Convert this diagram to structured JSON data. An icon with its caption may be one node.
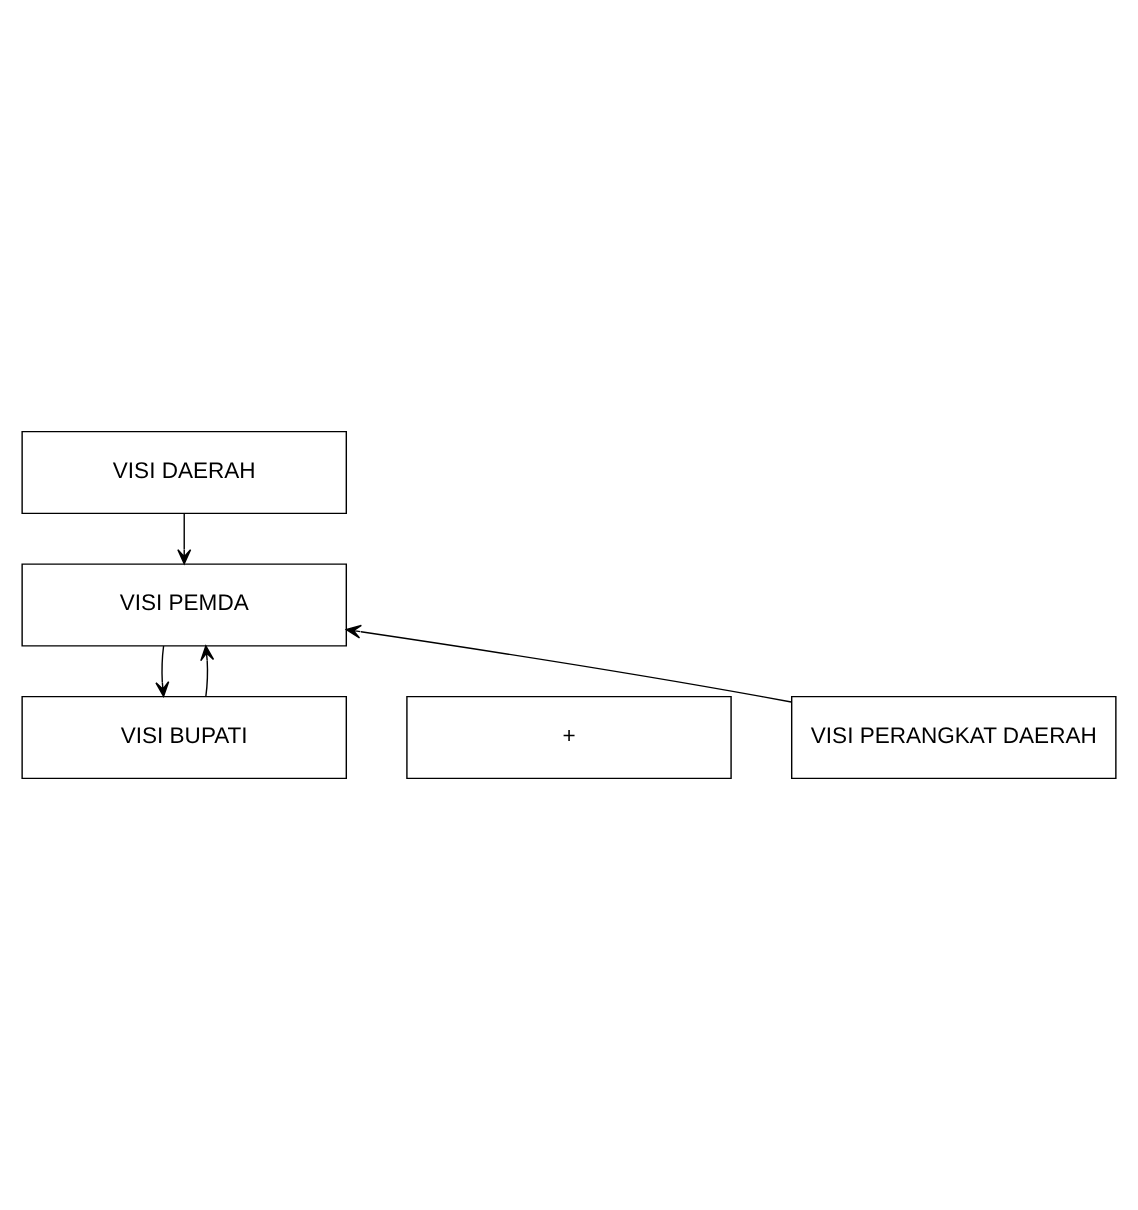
{
  "diagram": {
    "nodes": [
      {
        "text": [
          "VISI DAERAH"
        ]
      },
      {
        "text": [
          "VISI PEMDA"
        ]
      },
      {
        "text": [
          "VISI BUPATI"
        ]
      },
      {
        "text": [
          "+"
        ]
      },
      {
        "text": [
          "VISI PERANGKAT DAERAH"
        ]
      }
    ],
    "edges": [
      {
        "from": 0,
        "to": 1,
        "arrow": "to"
      },
      {
        "from": 1,
        "to": 2,
        "arrow": "to"
      },
      {
        "from": 2,
        "to": 1,
        "arrow": "to"
      },
      {
        "from": 4,
        "to": 1,
        "arrow": "to"
      }
    ]
  }
}
